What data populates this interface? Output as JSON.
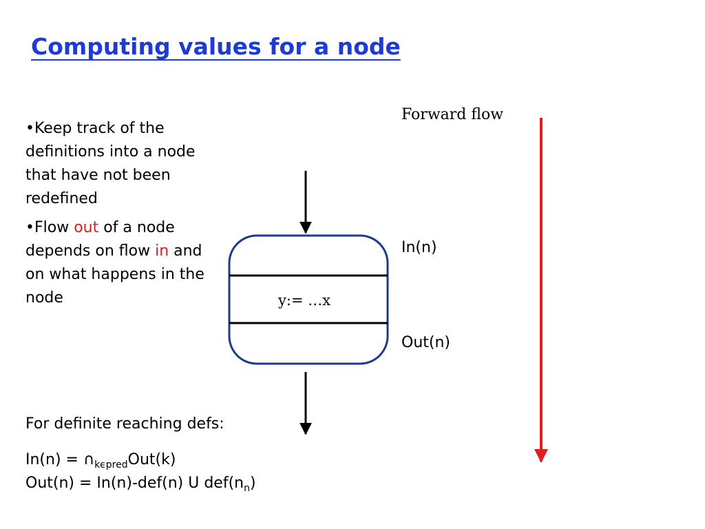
{
  "slide": {
    "title": "Computing values for a node",
    "bullets": [
      {
        "parts": [
          {
            "text": "•Keep track of the definitions into a node that have not been redefined",
            "color": "#000000"
          }
        ]
      },
      {
        "parts": [
          {
            "text": "•Flow ",
            "color": "#000000"
          },
          {
            "text": "out",
            "color": "#e21d1d"
          },
          {
            "text": " of a node depends on flow ",
            "color": "#000000"
          },
          {
            "text": "in",
            "color": "#e21d1d"
          },
          {
            "text": " and on what happens in the node",
            "color": "#000000"
          }
        ]
      }
    ],
    "forward_label": "Forward flow",
    "in_label": "In(n)",
    "out_label": "Out(n)",
    "node_statement": "y:= …x",
    "defs_heading": "For definite reaching defs:",
    "equation1": {
      "prefix": "In(n) = ∩",
      "subscript": "kϵpred",
      "suffix": "Out(k)"
    },
    "equation2": {
      "prefix": "Out(n) = In(n)-def(n) U def(n",
      "subscript": "n",
      "suffix": ")"
    }
  },
  "colors": {
    "title": "#1f3bd6",
    "node_border": "#1e3a8a",
    "forward_arrow": "#e21d1d",
    "emphasis": "#e21d1d"
  }
}
